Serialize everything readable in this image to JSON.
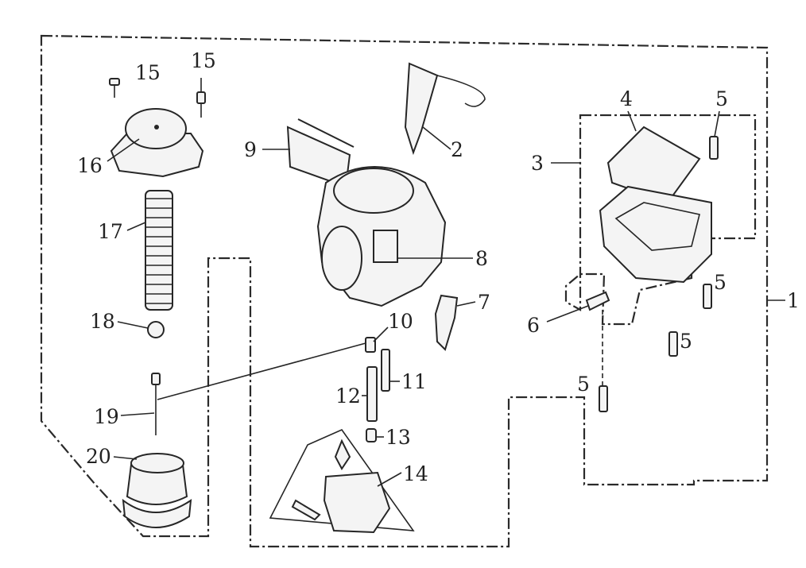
{
  "diagram": {
    "type": "exploded-parts-diagram",
    "subject": "carburetor assembly",
    "callouts": [
      {
        "id": "c1",
        "label": "1"
      },
      {
        "id": "c2",
        "label": "2"
      },
      {
        "id": "c3",
        "label": "3"
      },
      {
        "id": "c4",
        "label": "4"
      },
      {
        "id": "c5a",
        "label": "5"
      },
      {
        "id": "c5b",
        "label": "5"
      },
      {
        "id": "c5c",
        "label": "5"
      },
      {
        "id": "c5d",
        "label": "5"
      },
      {
        "id": "c6",
        "label": "6"
      },
      {
        "id": "c7",
        "label": "7"
      },
      {
        "id": "c8",
        "label": "8"
      },
      {
        "id": "c9",
        "label": "9"
      },
      {
        "id": "c10",
        "label": "10"
      },
      {
        "id": "c11",
        "label": "11"
      },
      {
        "id": "c12",
        "label": "12"
      },
      {
        "id": "c13",
        "label": "13"
      },
      {
        "id": "c14",
        "label": "14"
      },
      {
        "id": "c15a",
        "label": "15"
      },
      {
        "id": "c15b",
        "label": "15"
      },
      {
        "id": "c16",
        "label": "16"
      },
      {
        "id": "c17",
        "label": "17"
      },
      {
        "id": "c18",
        "label": "18"
      },
      {
        "id": "c19",
        "label": "19"
      },
      {
        "id": "c20",
        "label": "20"
      }
    ]
  }
}
